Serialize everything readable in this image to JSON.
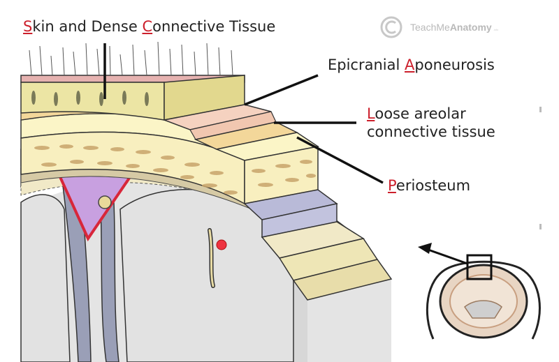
{
  "diagram": {
    "labels": {
      "skin": {
        "accent1": "S",
        "part1": "kin and Dense ",
        "accent2": "C",
        "part2": "onnective Tissue"
      },
      "aponeurosis": {
        "part1": "Epicranial ",
        "accent": "A",
        "part2": "poneurosis"
      },
      "loose": {
        "accent": "L",
        "line1": "oose areolar",
        "line2": "connective tissue"
      },
      "periosteum": {
        "accent": "P",
        "part": "eriosteum"
      }
    },
    "watermark": {
      "brand_light": "TeachMe",
      "brand_bold": "Anatomy",
      "suffix": ".info"
    }
  },
  "colors": {
    "accent": "#cc1f2b",
    "skin_surface": "#e6b2b0",
    "dermis": "#ece5a4",
    "aponeurosis": "#f5d2c0",
    "loose_tissue": "#f3d79a",
    "periosteum": "#fbf5c7",
    "bone": "#d6caa5",
    "dura": "#b9bad8",
    "brain": "#e4e4e4",
    "sinus": "#c8a0e0"
  }
}
